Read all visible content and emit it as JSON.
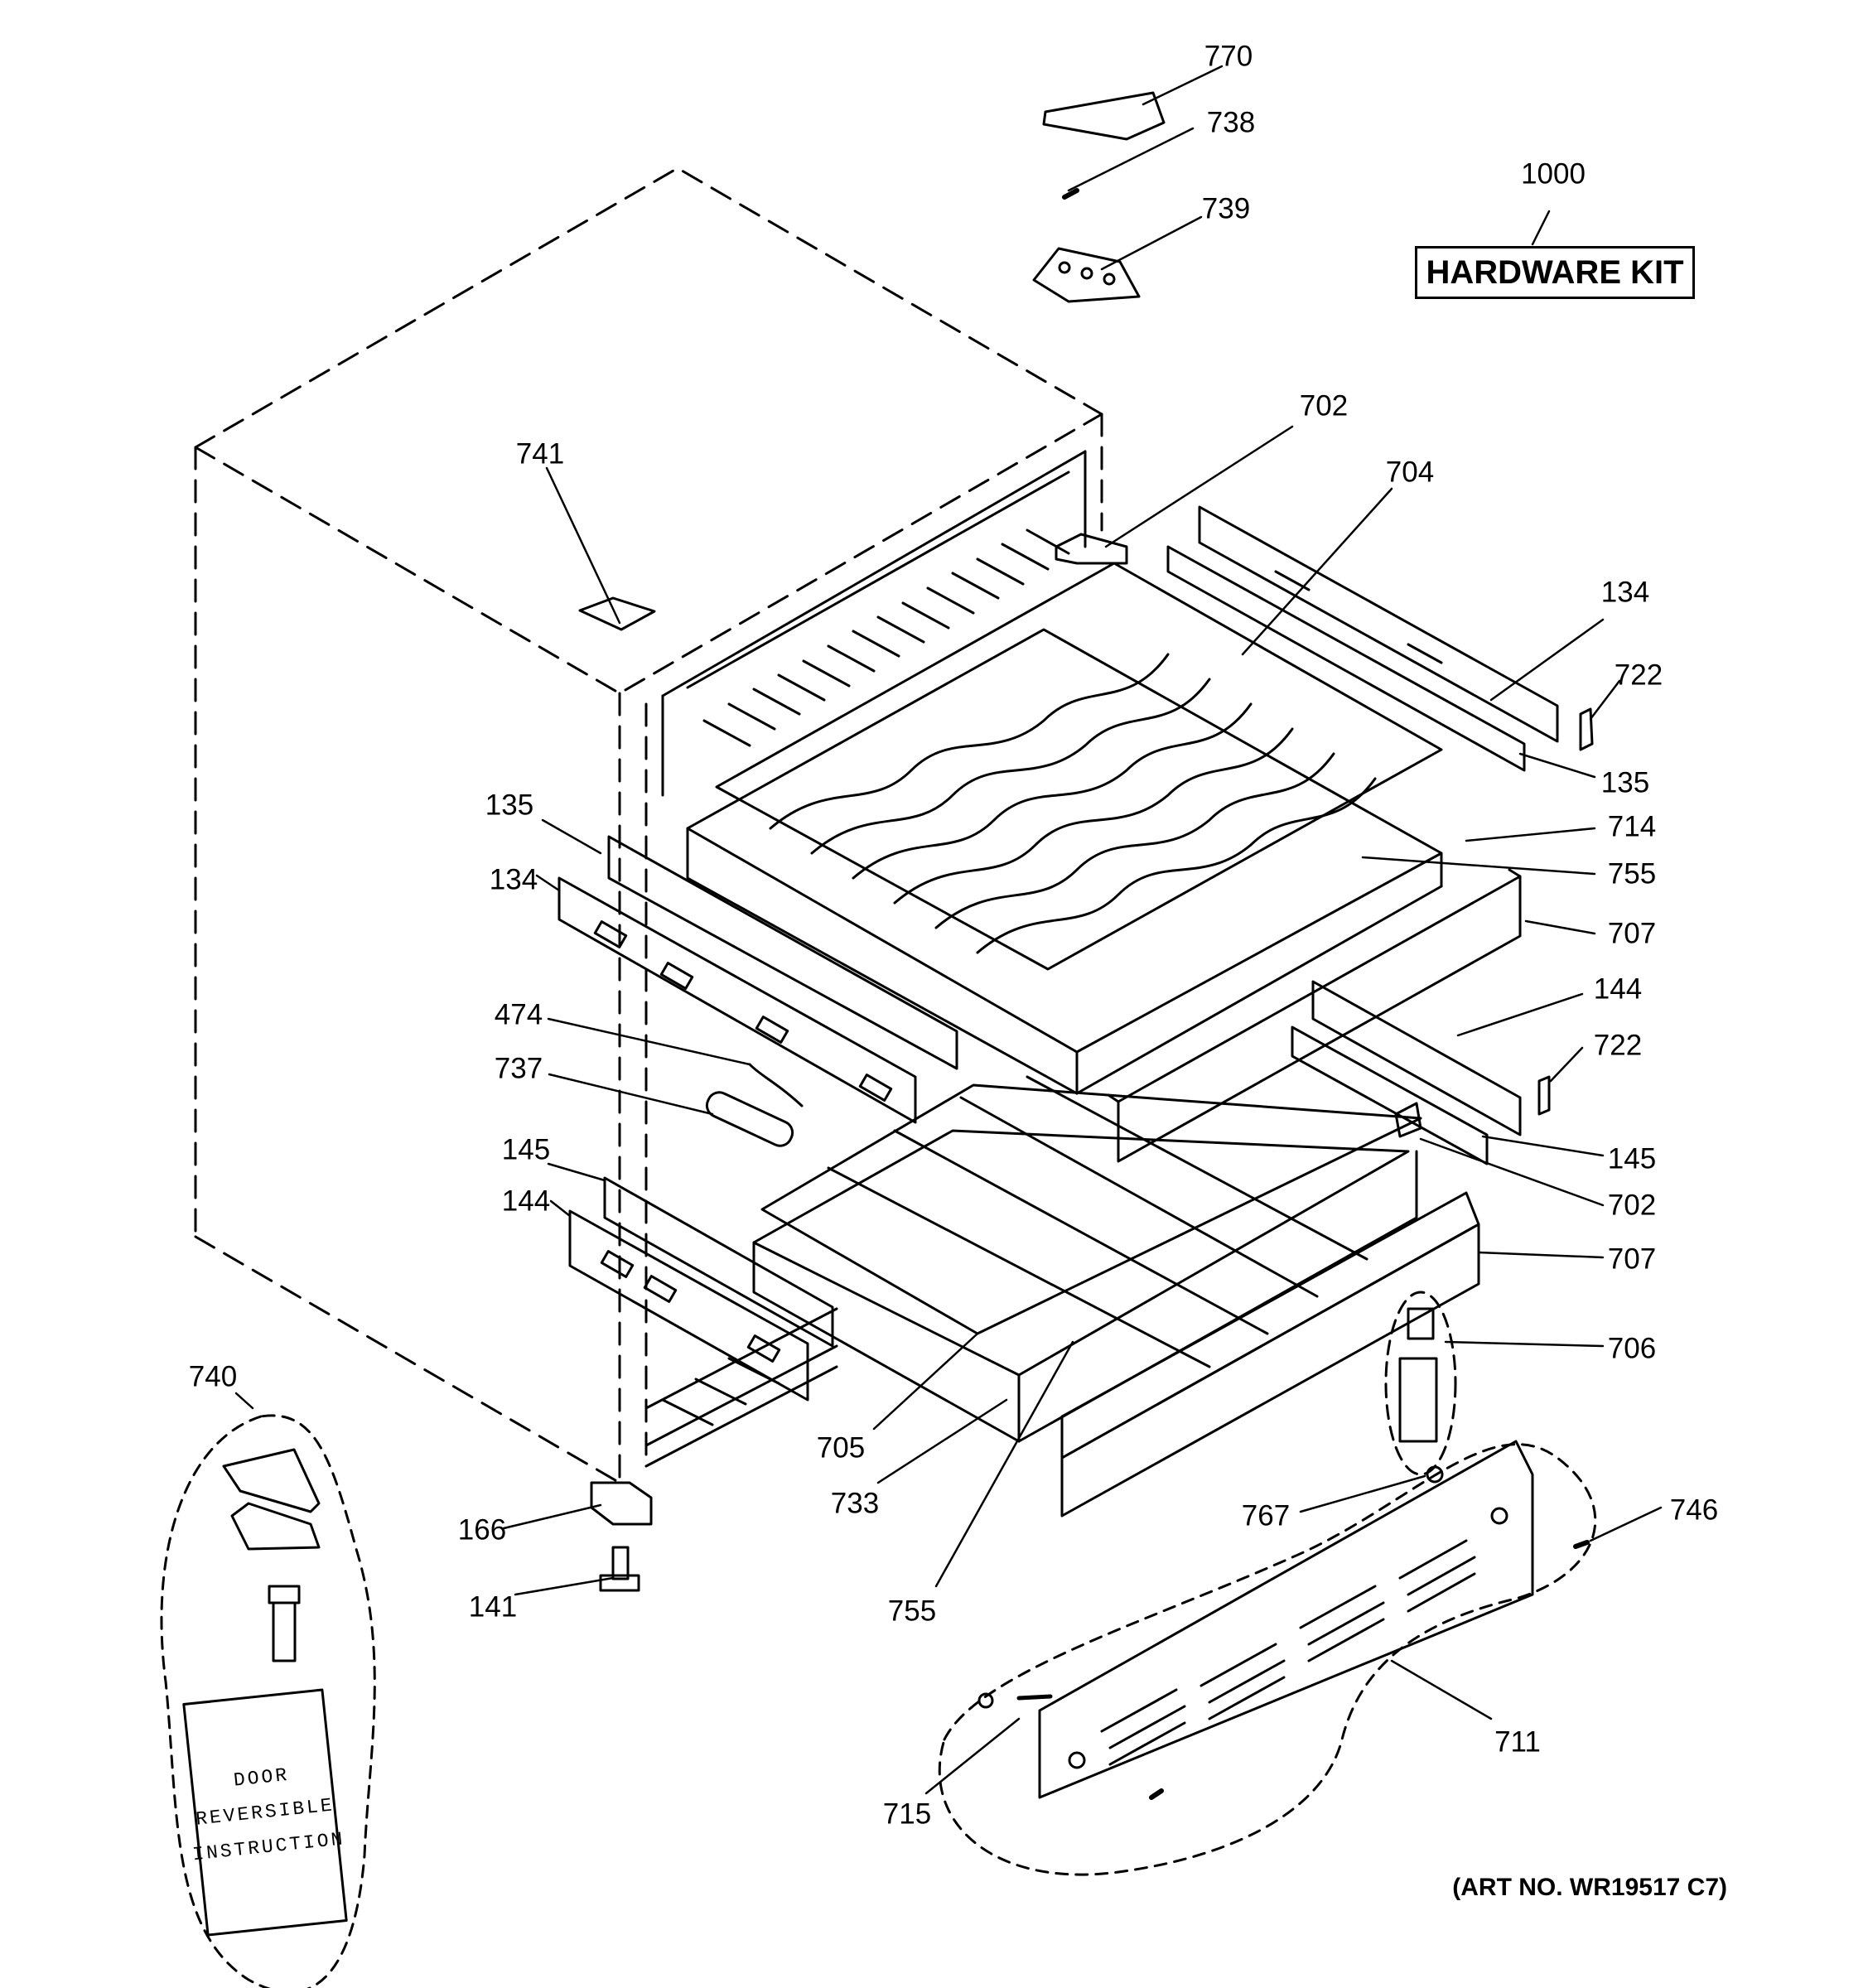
{
  "hardware_kit": {
    "number": "1000",
    "label": "HARDWARE KIT"
  },
  "art_no": "(ART NO. WR19517 C7)",
  "instruction_card": [
    "DOOR",
    "REVERSIBLE",
    "INSTRUCTION"
  ],
  "parts": [
    {
      "id": "770",
      "label": "770"
    },
    {
      "id": "738",
      "label": "738"
    },
    {
      "id": "739",
      "label": "739"
    },
    {
      "id": "702-top",
      "label": "702"
    },
    {
      "id": "704",
      "label": "704"
    },
    {
      "id": "741",
      "label": "741"
    },
    {
      "id": "134-right",
      "label": "134"
    },
    {
      "id": "722-top",
      "label": "722"
    },
    {
      "id": "135-right",
      "label": "135"
    },
    {
      "id": "135-left",
      "label": "135"
    },
    {
      "id": "714",
      "label": "714"
    },
    {
      "id": "134-left",
      "label": "134"
    },
    {
      "id": "755-top",
      "label": "755"
    },
    {
      "id": "707-top",
      "label": "707"
    },
    {
      "id": "474",
      "label": "474"
    },
    {
      "id": "144-right",
      "label": "144"
    },
    {
      "id": "737",
      "label": "737"
    },
    {
      "id": "722-bottom",
      "label": "722"
    },
    {
      "id": "145-left",
      "label": "145"
    },
    {
      "id": "145-right",
      "label": "145"
    },
    {
      "id": "144-left",
      "label": "144"
    },
    {
      "id": "702-bottom",
      "label": "702"
    },
    {
      "id": "707-bottom",
      "label": "707"
    },
    {
      "id": "706",
      "label": "706"
    },
    {
      "id": "740",
      "label": "740"
    },
    {
      "id": "705",
      "label": "705"
    },
    {
      "id": "733",
      "label": "733"
    },
    {
      "id": "166",
      "label": "166"
    },
    {
      "id": "767",
      "label": "767"
    },
    {
      "id": "746",
      "label": "746"
    },
    {
      "id": "141",
      "label": "141"
    },
    {
      "id": "755-bottom",
      "label": "755"
    },
    {
      "id": "711",
      "label": "711"
    },
    {
      "id": "715",
      "label": "715"
    }
  ]
}
